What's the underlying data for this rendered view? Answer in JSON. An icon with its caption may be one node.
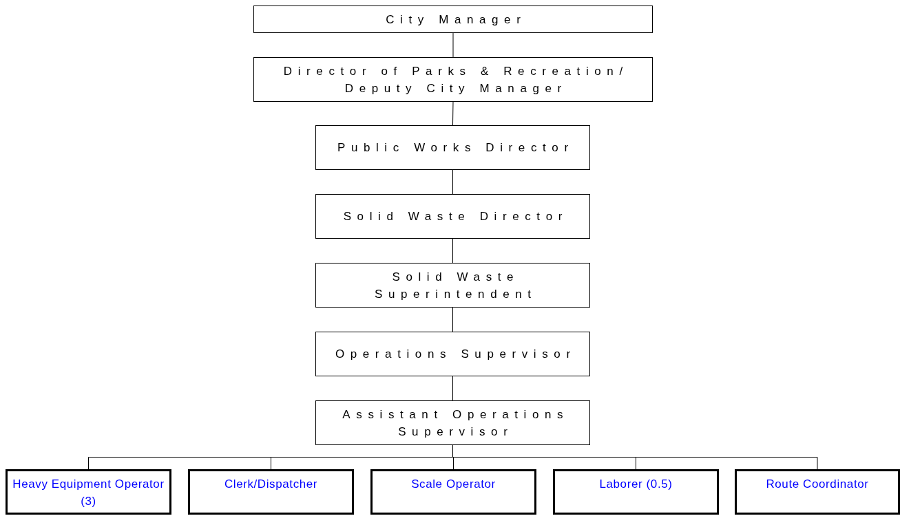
{
  "diagram": {
    "nodes": [
      {
        "text": [
          "City Manager"
        ]
      },
      {
        "text": [
          "Director of Parks & Recreation/ Deputy City Manager"
        ]
      },
      {
        "text": [
          "Public Works Director"
        ]
      },
      {
        "text": [
          "Solid Waste Director"
        ]
      },
      {
        "text": [
          "Solid Waste Superintendent"
        ]
      },
      {
        "text": [
          "Operations Supervisor"
        ]
      },
      {
        "text": [
          "Assistant Operations Supervisor"
        ]
      },
      {
        "text": [
          "Heavy Equipment Operator (3)"
        ]
      },
      {
        "text": [
          "Clerk/Dispatcher"
        ]
      },
      {
        "text": [
          "Scale Operator"
        ]
      },
      {
        "text": [
          "Laborer (0.5)"
        ]
      },
      {
        "text": [
          "Route Coordinator"
        ]
      }
    ],
    "edges": [
      {
        "from": 0,
        "to": 1,
        "arrow": "none"
      },
      {
        "from": 1,
        "to": 2,
        "arrow": "none"
      },
      {
        "from": 2,
        "to": 3,
        "arrow": "none"
      },
      {
        "from": 3,
        "to": 4,
        "arrow": "none"
      },
      {
        "from": 4,
        "to": 5,
        "arrow": "none"
      },
      {
        "from": 5,
        "to": 6,
        "arrow": "none"
      },
      {
        "from": 6,
        "to": 7,
        "arrow": "none"
      },
      {
        "from": 6,
        "to": 8,
        "arrow": "none"
      },
      {
        "from": 6,
        "to": 9,
        "arrow": "none"
      },
      {
        "from": 6,
        "to": 10,
        "arrow": "none"
      },
      {
        "from": 6,
        "to": 11,
        "arrow": "none"
      }
    ]
  }
}
